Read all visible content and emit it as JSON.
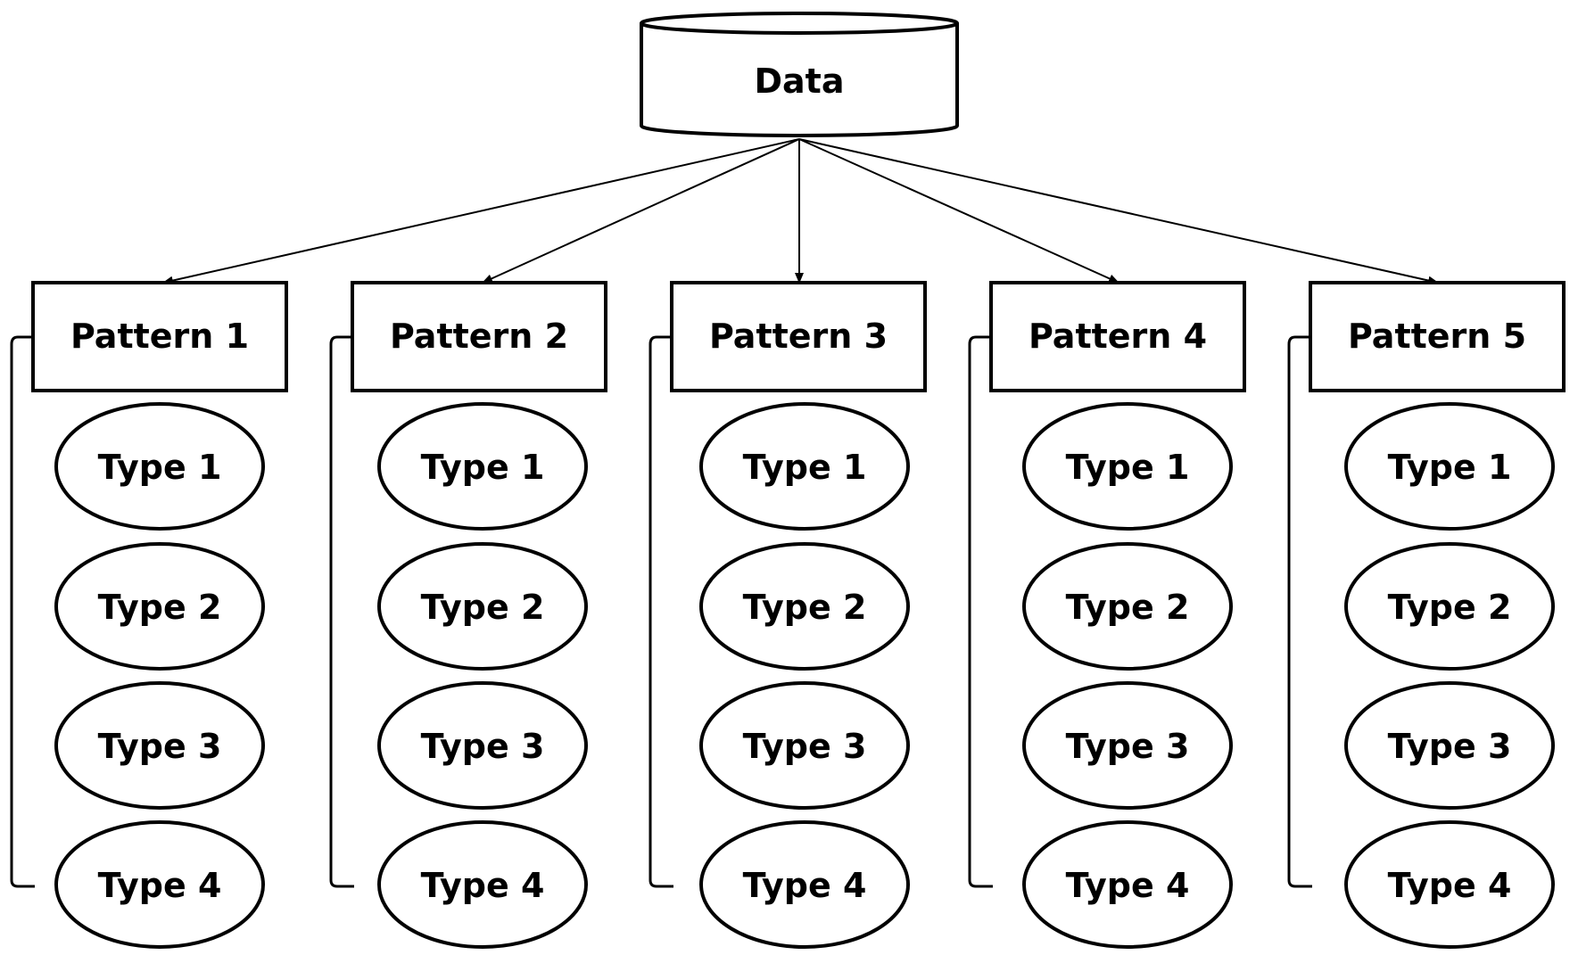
{
  "root": {
    "label": "Data"
  },
  "patterns": [
    {
      "label": "Pattern 1",
      "types": [
        "Type 1",
        "Type 2",
        "Type 3",
        "Type 4"
      ]
    },
    {
      "label": "Pattern 2",
      "types": [
        "Type 1",
        "Type 2",
        "Type 3",
        "Type 4"
      ]
    },
    {
      "label": "Pattern 3",
      "types": [
        "Type 1",
        "Type 2",
        "Type 3",
        "Type 4"
      ]
    },
    {
      "label": "Pattern 4",
      "types": [
        "Type 1",
        "Type 2",
        "Type 3",
        "Type 4"
      ]
    },
    {
      "label": "Pattern 5",
      "types": [
        "Type 1",
        "Type 2",
        "Type 3",
        "Type 4"
      ]
    }
  ]
}
